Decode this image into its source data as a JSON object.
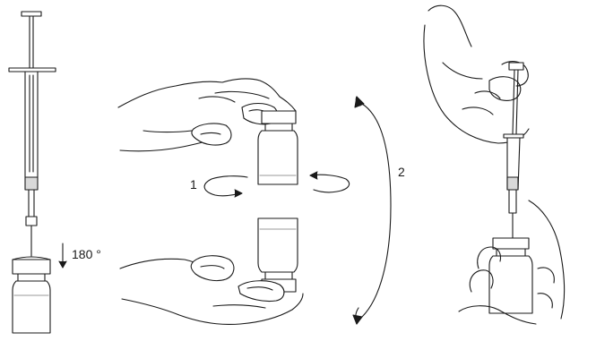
{
  "labels": {
    "rotation_angle": "180 °",
    "step_1": "1",
    "step_2": "2"
  },
  "colors": {
    "ink": "#1a1a1a",
    "background": "#ffffff",
    "shade": "#d9d9d9"
  }
}
